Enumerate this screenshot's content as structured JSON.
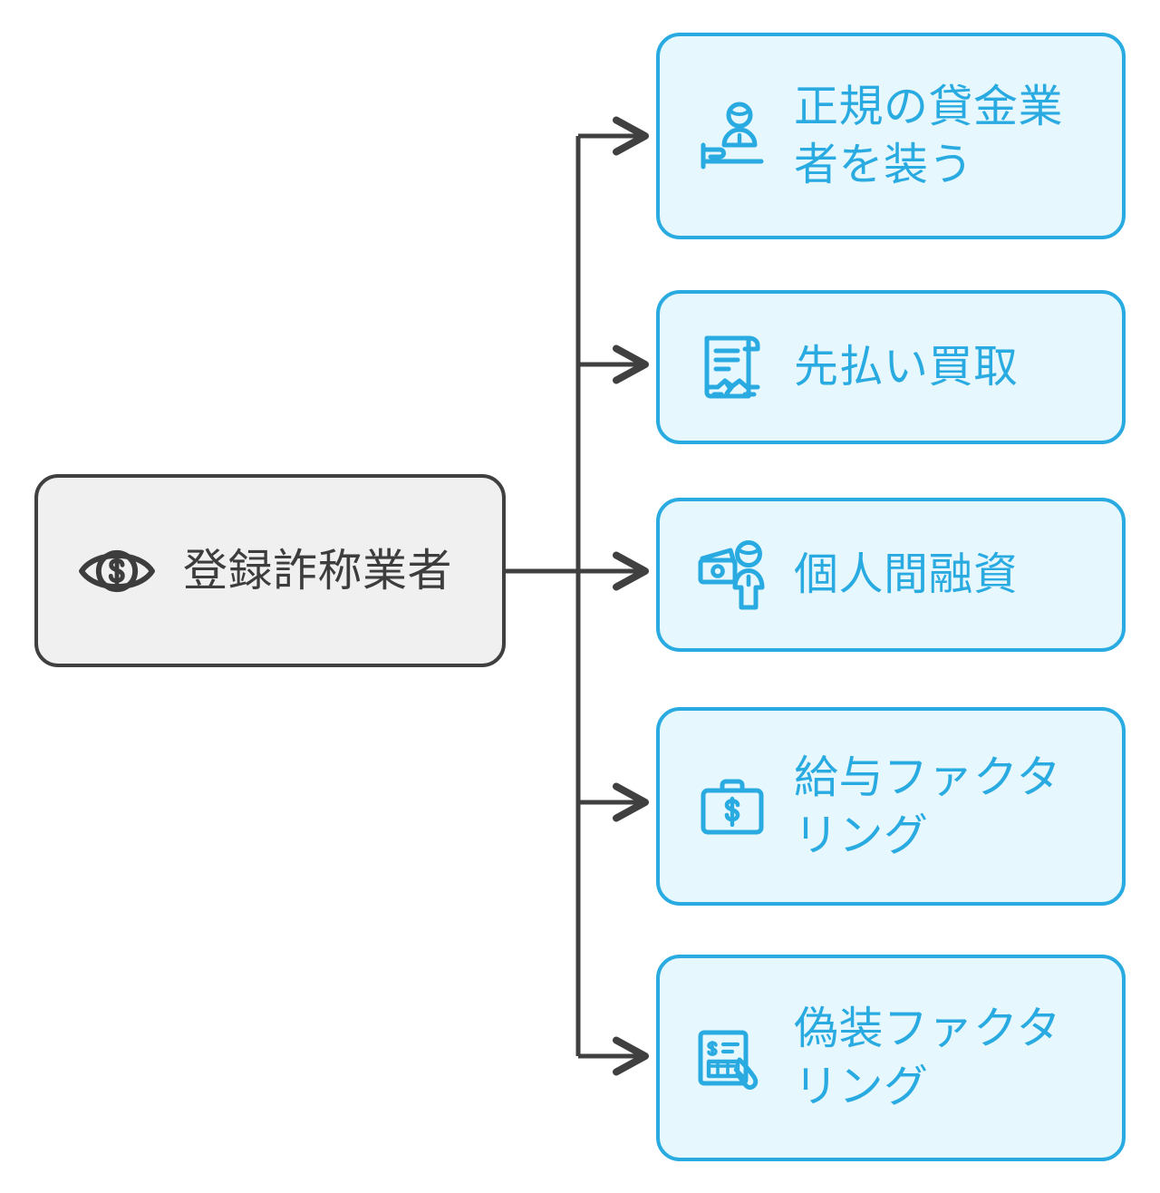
{
  "diagram": {
    "type": "mindmap",
    "background_color": "#ffffff",
    "root": {
      "label": "登録詐称業者",
      "icon": "eye-dollar-icon",
      "fill_color": "#f0f0f0",
      "border_color": "#404040",
      "text_color": "#3d3d3d"
    },
    "branch_style": {
      "fill_color": "#e6f7fd",
      "border_color": "#29abe2",
      "text_color": "#29abe2",
      "connector_color": "#404040"
    },
    "children": [
      {
        "label": "正規の貸金業者を装う",
        "icon": "person-at-counter-icon"
      },
      {
        "label": "先払い買取",
        "icon": "contract-handshake-icon"
      },
      {
        "label": "個人間融資",
        "icon": "banknote-person-icon"
      },
      {
        "label": "給与ファクタリング",
        "icon": "briefcase-dollar-icon"
      },
      {
        "label": "偽装ファクタリング",
        "icon": "invoice-hand-icon"
      }
    ]
  }
}
